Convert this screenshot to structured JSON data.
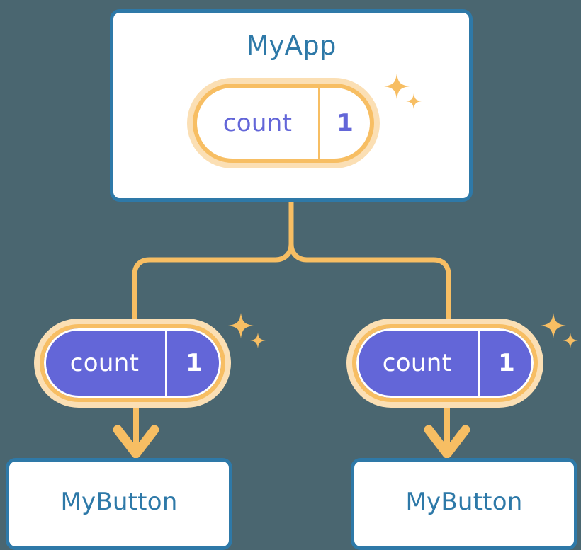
{
  "diagram": {
    "title_text": "",
    "background_color": "#4a6670",
    "accent_orange": "#f7be63",
    "accent_orange_light": "#fbdfb4",
    "accent_blue": "#2e79a8",
    "accent_purple": "#6366d8",
    "card_fill": "#ffffff"
  },
  "root": {
    "label": "MyApp",
    "state": {
      "key": "count",
      "value": "1"
    },
    "sparkle": "sparkle-icon"
  },
  "children": [
    {
      "label": "MyButton",
      "state": {
        "key": "count",
        "value": "1"
      },
      "sparkle": "sparkle-icon"
    },
    {
      "label": "MyButton",
      "state": {
        "key": "count",
        "value": "1"
      },
      "sparkle": "sparkle-icon"
    }
  ]
}
